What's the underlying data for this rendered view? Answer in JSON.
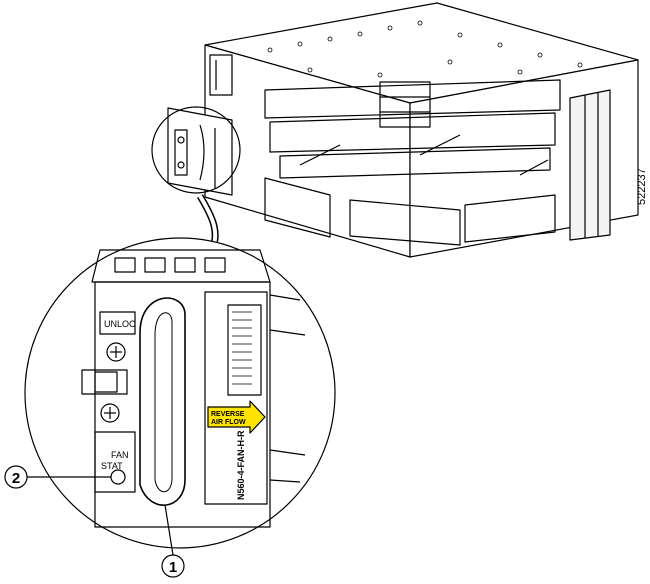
{
  "figure_id": "522237",
  "callouts": {
    "one": "1",
    "two": "2"
  },
  "module_labels": {
    "unlock": "UNLOC",
    "fan_line1": "FAN",
    "fan_line2": "STAT",
    "reverse_line1": "REVERSE",
    "reverse_line2": "AIR FLOW",
    "part_number": "N560-4-FAN-H-R"
  },
  "colors": {
    "line": "#000000",
    "label_yellow": "#ffe400",
    "background": "#ffffff"
  }
}
